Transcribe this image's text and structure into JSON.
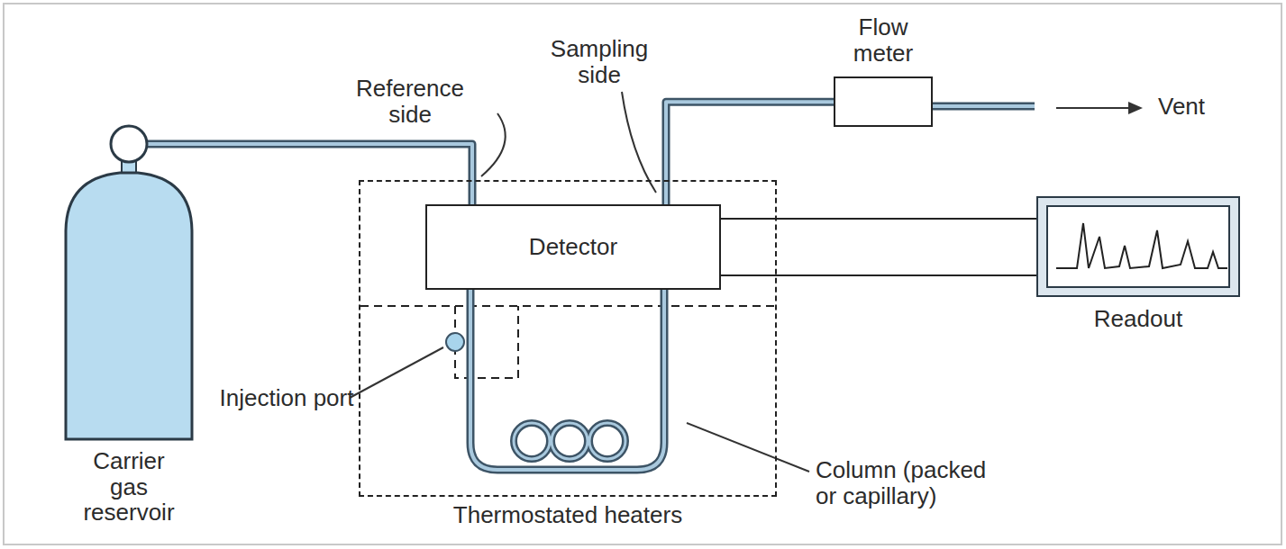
{
  "diagram": {
    "nodes": [
      {
        "text": [
          "Carrier gas reservoir"
        ]
      },
      {
        "text": [
          "Thermostated heaters"
        ]
      },
      {
        "text": [
          "Detector"
        ],
        "in": 1
      },
      {
        "text": [
          "Flow meter"
        ]
      },
      {
        "text": [
          "Readout"
        ]
      }
    ],
    "edges": [
      {
        "from": 0,
        "to": 2,
        "arrow": "none"
      },
      {
        "from": 2,
        "to": 3,
        "arrow": "none"
      },
      {
        "from": 2,
        "to": 4,
        "arrow": "none"
      },
      {
        "from": 2,
        "to": 4,
        "arrow": "none"
      }
    ],
    "labels": [
      "Reference side",
      "Sampling side",
      "Vent",
      "Injection port",
      "Column (packed or capillary)"
    ]
  }
}
